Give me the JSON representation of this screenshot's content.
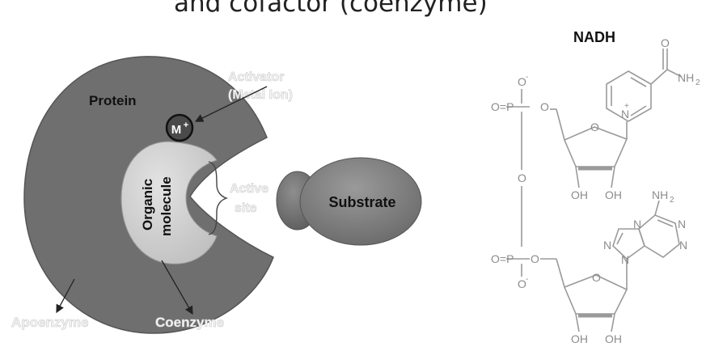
{
  "title": "and cofactor (coenzyme)",
  "diagram": {
    "protein_label": "Protein",
    "activator_label_line1": "Activator",
    "activator_label_line2": "(Metal Ion)",
    "metal_ion_label": "M",
    "metal_ion_charge": "+",
    "organic_label_line1": "Organic",
    "organic_label_line2": "molecule",
    "active_site_line1": "Active",
    "active_site_line2": "site",
    "substrate_label": "Substrate",
    "apoenzyme_label": "Apoenzyme",
    "coenzyme_label": "Coenzyme"
  },
  "nadh": {
    "heading": "NADH",
    "atoms": {
      "o_carbonyl": "O",
      "nh2_amide": "NH",
      "n_plus": "N",
      "plus": "+",
      "o_minus_top": "O",
      "minus": "-",
      "o_double_top": "O=P",
      "o_ester_top": "O",
      "o_ring_top": "O",
      "o_bridge": "O",
      "oh1": "OH",
      "oh2": "OH",
      "nh2_adenine": "NH",
      "subscript": "2",
      "n1": "N",
      "n2": "N",
      "n3": "N",
      "n4": "N",
      "n5": "N",
      "o_double_bottom": "O=P",
      "o_ester_bottom": "O",
      "o_minus_bottom": "O",
      "o_ring_bottom": "O",
      "oh3": "OH",
      "oh4": "OH"
    }
  }
}
